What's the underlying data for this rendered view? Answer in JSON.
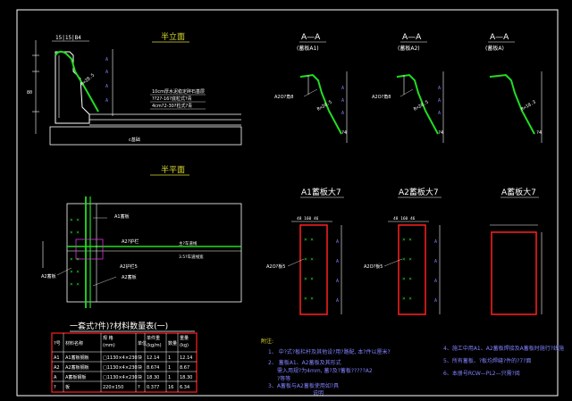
{
  "colors": {
    "background": "#000000",
    "line_white": "#ffffff",
    "green": "#22dd22",
    "cyan": "#33dddd",
    "blue_text": "#8080ff",
    "red": "#ff2020",
    "magenta": "#dd33dd",
    "yellow": "#dddd33"
  },
  "titles": {
    "elevation": "半立面",
    "plan": "半平面",
    "section_aa1": "A—A",
    "section_aa1_sub": "(蓄板A1)",
    "section_aa2": "A—A",
    "section_aa2_sub": "(蓄板A2)",
    "section_aa": "A—A",
    "section_aa_sub": "(蓄板A)",
    "detail_a1": "A1蓄板大7",
    "detail_a2": "A2蓄板大7",
    "detail_a": "A蓄板大7",
    "table_title": "一套式?件)?材料数量表(一)"
  },
  "elevation_labels": {
    "top_dims": "15|15|B4",
    "radius": "R=28.5",
    "layer1": "10cm厚水泥稳定碎石基层",
    "layer2": "??2?-16?底粒式?青",
    "layer3": "4cm?2-30?粒式?青",
    "base": "c基础"
  },
  "plan_labels": {
    "a1": "A1蓄板",
    "a2": "A2蓄板",
    "a3": "A2蓄板",
    "road1": "A2?护栏",
    "road2": "A2护栏5",
    "main": "主?车道线",
    "sub": "3.5?车道线宽"
  },
  "section_labels": {
    "r1": "R=28.5",
    "r2": "R=28.5",
    "r3": "R=18.3",
    "l1": "A2O?角8",
    "l2": "A2O?角8",
    "dim1": "?4",
    "dim2": "?4",
    "dim3": "?4"
  },
  "detail_labels": {
    "top1": "48  160  46",
    "top2": "48  160  46",
    "lbl1": "A2O?板5",
    "lbl2": "A2O?板5"
  },
  "table": {
    "headers": [
      "?号",
      "材料名称",
      "规  格\n(mm)",
      "单位",
      "单件重\n(kg/m)",
      "数量",
      "重量\n(kg)"
    ],
    "rows": [
      [
        "A1",
        "A1蓄板钢板",
        "□1130×4×230",
        "块",
        "12.14",
        "1",
        "12.14"
      ],
      [
        "A2",
        "A2蓄板钢板",
        "□1130×4×230",
        "块",
        "8.674",
        "1",
        "8.67"
      ],
      [
        "A",
        "A蓄板钢板",
        "□1130×4×230",
        "块",
        "18.30",
        "1",
        "18.30"
      ],
      [
        "?",
        "板",
        "220×150",
        "?",
        "0.377",
        "16",
        "6.34"
      ]
    ]
  },
  "notes": {
    "heading": "附注:",
    "n1": "1、  中?式?板栏杆及其他设?用?路配,  本?件以厘米?",
    "n2a": "2、  蓄板A1、A2蓄板及其形式",
    "n2b": "需入用规?为4mm, 蓄?及?蓄板?????A2",
    "n2c": "?等等 ",
    "n3": "3、A蓄板与A2蓄板使用如?具",
    "n_end": "说明 ",
    "n4": "4、施工中用A1、A2蓄板焊接及A蓄板时施行?线施 ",
    "n5": "5、所有蓄板、?板均焊缝?件的?7?面 ",
    "n6": "6、本册号RCW—PL2—只需?阅 "
  }
}
